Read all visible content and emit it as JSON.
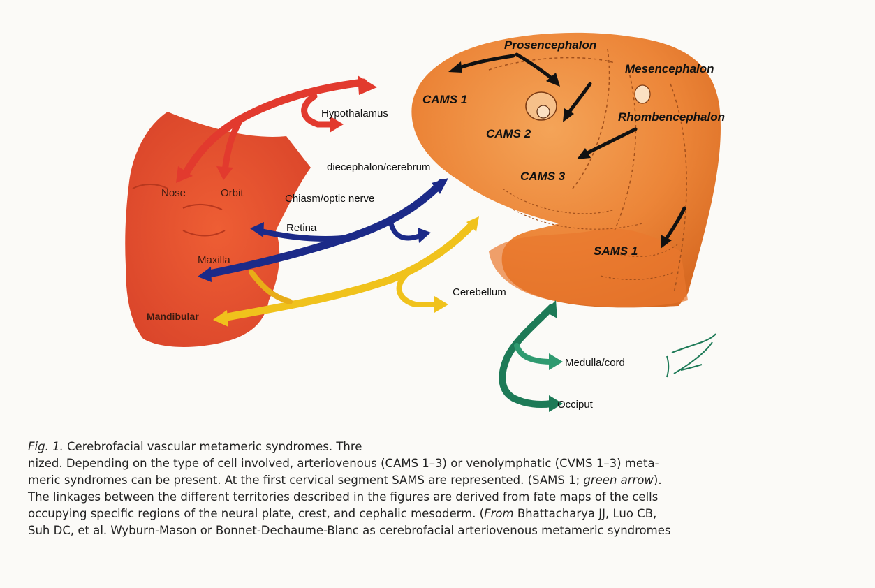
{
  "labels": {
    "prosencephalon": "Prosencephalon",
    "mesencephalon": "Mesencephalon",
    "rhombencephalon": "Rhombencephalon",
    "cams1": "CAMS 1",
    "cams2": "CAMS 2",
    "cams3": "CAMS 3",
    "sams1": "SAMS 1",
    "hypothalamus": "Hypothalamus",
    "diecephalon": "diecephalon/cerebrum",
    "nose": "Nose",
    "orbit": "Orbit",
    "chiasm": "Chiasm/optic nerve",
    "retina": "Retina",
    "maxilla": "Maxilla",
    "mandibular": "Mandibular",
    "cerebellum": "Cerebellum",
    "medulla": "Medulla/cord",
    "occiput": "Occiput"
  },
  "caption": {
    "fig": "Fig. 1.",
    "line1": " Cerebrofacial vascular metameric syndromes. Thre",
    "line2": "nized. Depending on the type of cell involved, arteriovenous (CAMS 1–3) or venolymphatic (CVMS 1–3) meta-",
    "line3a": "meric syndromes can be present. At the first cervical segment SAMS are represented. (SAMS 1; ",
    "line3b": "green arrow",
    "line3c": ").",
    "line4": "The linkages between the different territories described in the figures are derived from fate maps of the cells",
    "line5a": "occupying specific regions of the neural plate, crest, and cephalic mesoderm. (",
    "line5b": "From",
    "line5c": " Bhattacharya JJ, Luo CB,",
    "line6": "Suh DC, et al. Wyburn-Mason or Bonnet-Dechaume-Blanc as cerebrofacial arteriovenous metameric syndromes"
  },
  "colors": {
    "face": "#e8532c",
    "embryo": "#ee8a3c",
    "red_arrow": "#e23a2e",
    "blue_arrow": "#1c2a88",
    "yellow_arrow": "#f0c21c",
    "green_arrow": "#1d7a57",
    "signature": "#1d7a57"
  }
}
